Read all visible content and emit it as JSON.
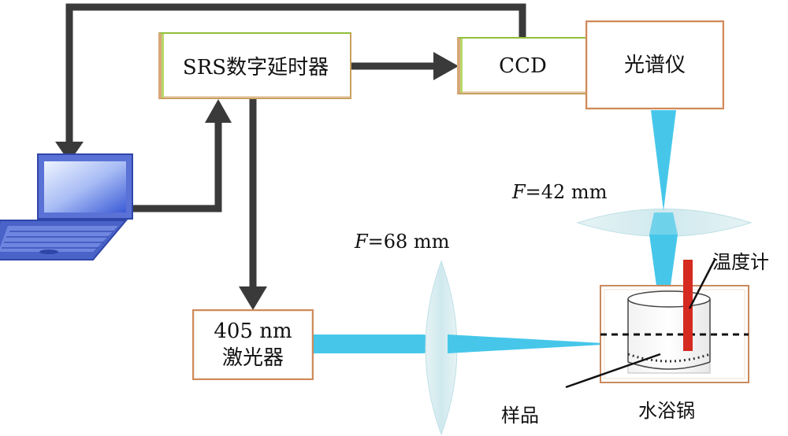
{
  "boxes": {
    "delay": "SRS数字延时器",
    "ccd": "CCD",
    "spectrometer": "光谱仪",
    "laser_line1": "405 nm",
    "laser_line2": "激光器"
  },
  "lenses": {
    "lens1": {
      "symbol": "F",
      "value": "=68 mm"
    },
    "lens2": {
      "symbol": "F",
      "value": "=42 mm"
    }
  },
  "labels": {
    "thermometer": "温度计",
    "sample": "样品",
    "water_bath": "水浴锅"
  },
  "colors": {
    "arrow": "#3a3a3a",
    "beam": "#46c7ea",
    "lens": "#d6eef2",
    "thermometer": "#d42a20",
    "laptop": "#4a63c8"
  }
}
